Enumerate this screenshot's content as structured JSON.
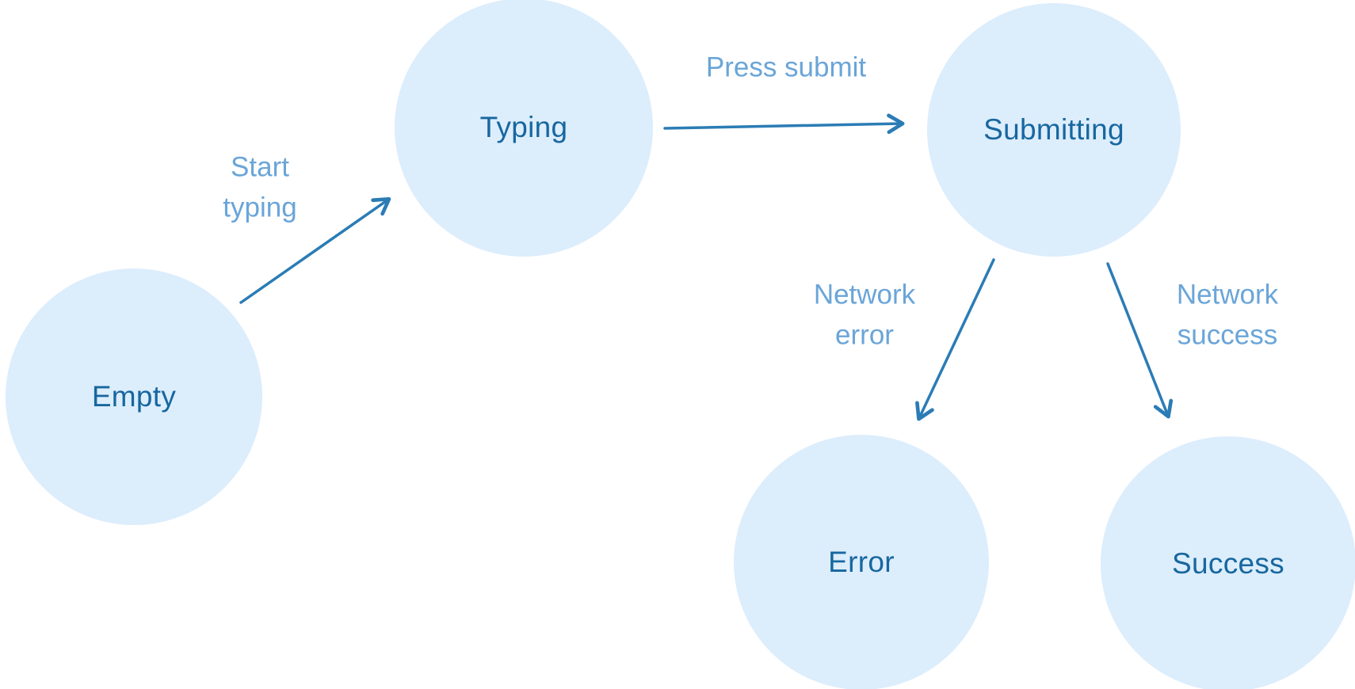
{
  "diagram": {
    "type": "state-machine",
    "nodes": [
      {
        "id": "empty",
        "label": "Empty"
      },
      {
        "id": "typing",
        "label": "Typing"
      },
      {
        "id": "submitting",
        "label": "Submitting"
      },
      {
        "id": "error",
        "label": "Error"
      },
      {
        "id": "success",
        "label": "Success"
      }
    ],
    "edges": [
      {
        "from": "empty",
        "to": "typing",
        "label": "Start typing"
      },
      {
        "from": "typing",
        "to": "submitting",
        "label": "Press submit"
      },
      {
        "from": "submitting",
        "to": "error",
        "label": "Network error"
      },
      {
        "from": "submitting",
        "to": "success",
        "label": "Network success"
      }
    ],
    "colors": {
      "node_fill": "#dcedfc",
      "node_text": "#17679f",
      "edge_label": "#6aa5d8",
      "arrow": "#2b7cb5",
      "background": "#ffffff"
    }
  }
}
